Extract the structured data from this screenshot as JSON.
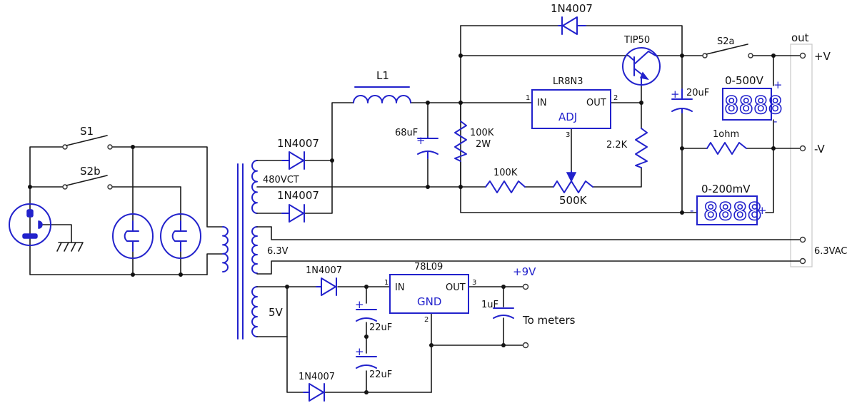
{
  "labels": {
    "s1": "S1",
    "s2b": "S2b",
    "s2a": "S2a",
    "l1": "L1",
    "d_top": "1N4007",
    "d_hv1": "1N4007",
    "d_hv2": "1N4007",
    "d_lv1": "1N4007",
    "d_lv2": "1N4007",
    "hv_winding": "480VCT",
    "fil_winding": "6.3V",
    "lv_winding": "5V",
    "c_68": "68uF",
    "r_100k_2w_a": "100K",
    "r_100k_2w_b": "2W",
    "r_100k": "100K",
    "pot_500k": "500K",
    "r_2k2": "2.2K",
    "c_20": "20uF",
    "r_1ohm": "1ohm",
    "q_tip50": "TIP50",
    "reg_lr8": "LR8N3",
    "reg_lr8_in": "IN",
    "reg_lr8_out": "OUT",
    "reg_lr8_adj": "ADJ",
    "reg_lr8_pin1": "1",
    "reg_lr8_pin2": "2",
    "reg_lr8_pin3": "3",
    "reg_78": "78L09",
    "reg_78_in": "IN",
    "reg_78_out": "OUT",
    "reg_78_gnd": "GND",
    "reg_78_pin1": "1",
    "reg_78_pin2": "2",
    "reg_78_pin3": "3",
    "c_22_a": "22uF",
    "c_22_b": "22uF",
    "c_1": "1uF",
    "plus_9v": "+9V",
    "to_meters": "To meters",
    "meter_v": "0-500V",
    "meter_mv": "0-200mV",
    "meter_digits": "8888",
    "plus": "+",
    "minus": "-",
    "out_header": "out",
    "out_pos": "+V",
    "out_neg": "-V",
    "out_fil": "6.3VAC"
  },
  "colors": {
    "component": "#2222cc",
    "wire": "#1a1a1a"
  }
}
